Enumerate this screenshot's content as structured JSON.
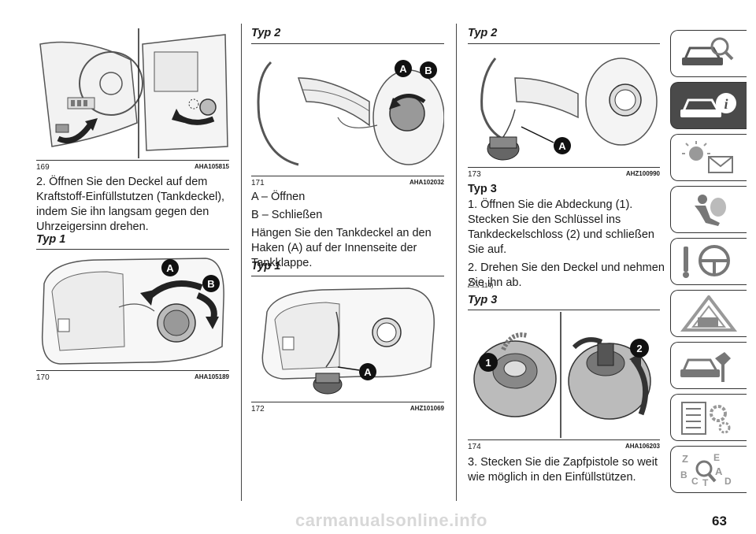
{
  "col1": {
    "fig169": {
      "num": "169",
      "code": "AHA105815"
    },
    "para2": "2. Öffnen Sie den Deckel auf dem Kraftstoff-Einfüllstutzen (Tankdeckel), indem Sie ihn langsam gegen den Uhrzeigersinn drehen.",
    "typ1": "Typ 1",
    "fig170": {
      "num": "170",
      "code": "AHA105189",
      "label_a": "A",
      "label_b": "B"
    }
  },
  "col2": {
    "typ2": "Typ 2",
    "fig171": {
      "num": "171",
      "code": "AHA102032",
      "label_a": "A",
      "label_b": "B"
    },
    "legend_a": "A – Öffnen",
    "legend_b": "B – Schließen",
    "para": "Hängen Sie den Tankdeckel an den Haken (A) auf der Innenseite der Tankklappe.",
    "typ1": "Typ 1",
    "fig172": {
      "num": "172",
      "code": "AHZ101069",
      "label_a": "A"
    }
  },
  "col3": {
    "typ2": "Typ 2",
    "fig173": {
      "num": "173",
      "code": "AHZ100990",
      "label_a": "A"
    },
    "typ3_heading": "Typ 3",
    "para1": "1. Öffnen Sie die Abdeckung (1). Stecken Sie den Schlüssel ins Tankdeckelschloss (2) und schließen Sie auf.",
    "para2": "2. Drehen Sie den Deckel und nehmen Sie ihn ab.",
    "warning_ref": "114)",
    "typ3": "Typ 3",
    "fig174": {
      "num": "174",
      "code": "AHA106203",
      "label_1": "1",
      "label_2": "2"
    },
    "para3": "3. Stecken Sie die Zapfpistole so weit wie möglich in den Einfüllstützen."
  },
  "sidebar": {
    "tabs": [
      "car-search-icon",
      "car-info-icon",
      "warning-light-icon",
      "airbag-seat-icon",
      "steering-key-icon",
      "hazard-triangle-icon",
      "car-wrench-icon",
      "checklist-gear-icon",
      "index-letters-icon"
    ],
    "active_index": 1,
    "index_letters": [
      "Z",
      "E",
      "B",
      "A",
      "C",
      "T",
      "D"
    ]
  },
  "page_number": "63",
  "watermark": "carmanualsonline.info"
}
